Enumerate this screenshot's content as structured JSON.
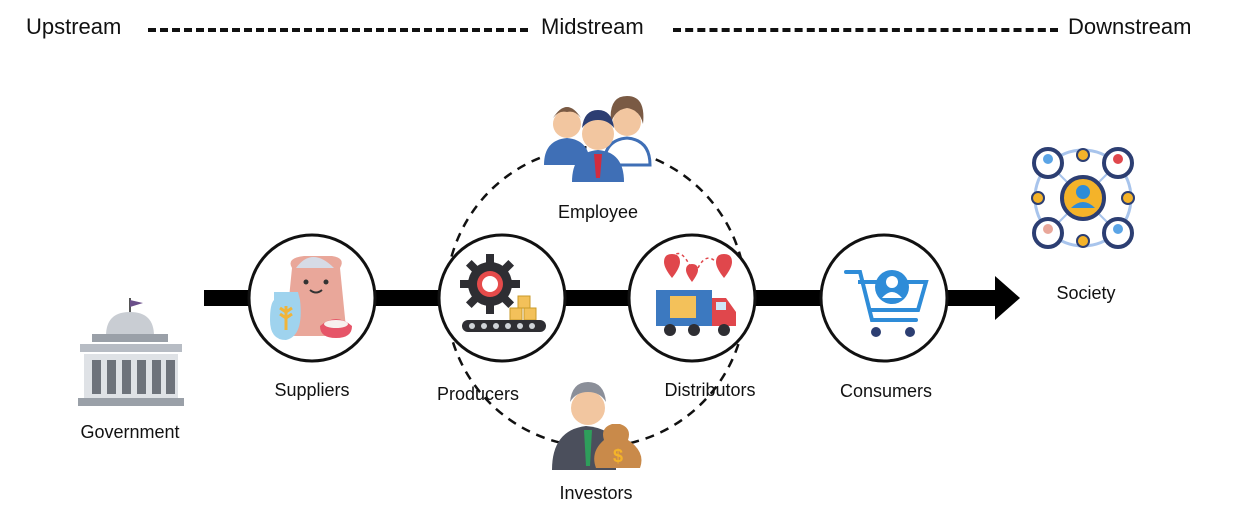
{
  "header": {
    "upstream": "Upstream",
    "midstream": "Midstream",
    "downstream": "Downstream"
  },
  "nodes": {
    "government": "Government",
    "suppliers": "Suppliers",
    "producers": "Producers",
    "distributors": "Distributors",
    "consumers": "Consumers",
    "society": "Society",
    "employee": "Employee",
    "investors": "Investors"
  },
  "colors": {
    "line": "#000000",
    "circle_stroke": "#111111",
    "person_blue": "#3f6fb6",
    "skin": "#f2c6a0",
    "hair": "#7a5a44",
    "tie": "#d12c3f",
    "truck_red": "#e0474c",
    "truck_blue": "#3c79c0",
    "box": "#f3c15a",
    "gear": "#2e2e33",
    "gear_accent": "#e54b4b",
    "society_ring": "#2c3e72",
    "society_dot": "#f4b329",
    "cart": "#2e8cd8",
    "bag": "#f2c6b4",
    "building": "#c9cdd3"
  },
  "icons": {
    "government": "government-building-icon",
    "suppliers": "raw-materials-icon",
    "producers": "production-gear-conveyor-icon",
    "distributors": "delivery-truck-icon",
    "consumers": "shopping-cart-icon",
    "society": "social-network-icon",
    "employee": "employee-group-icon",
    "investors": "investor-moneybag-icon"
  }
}
